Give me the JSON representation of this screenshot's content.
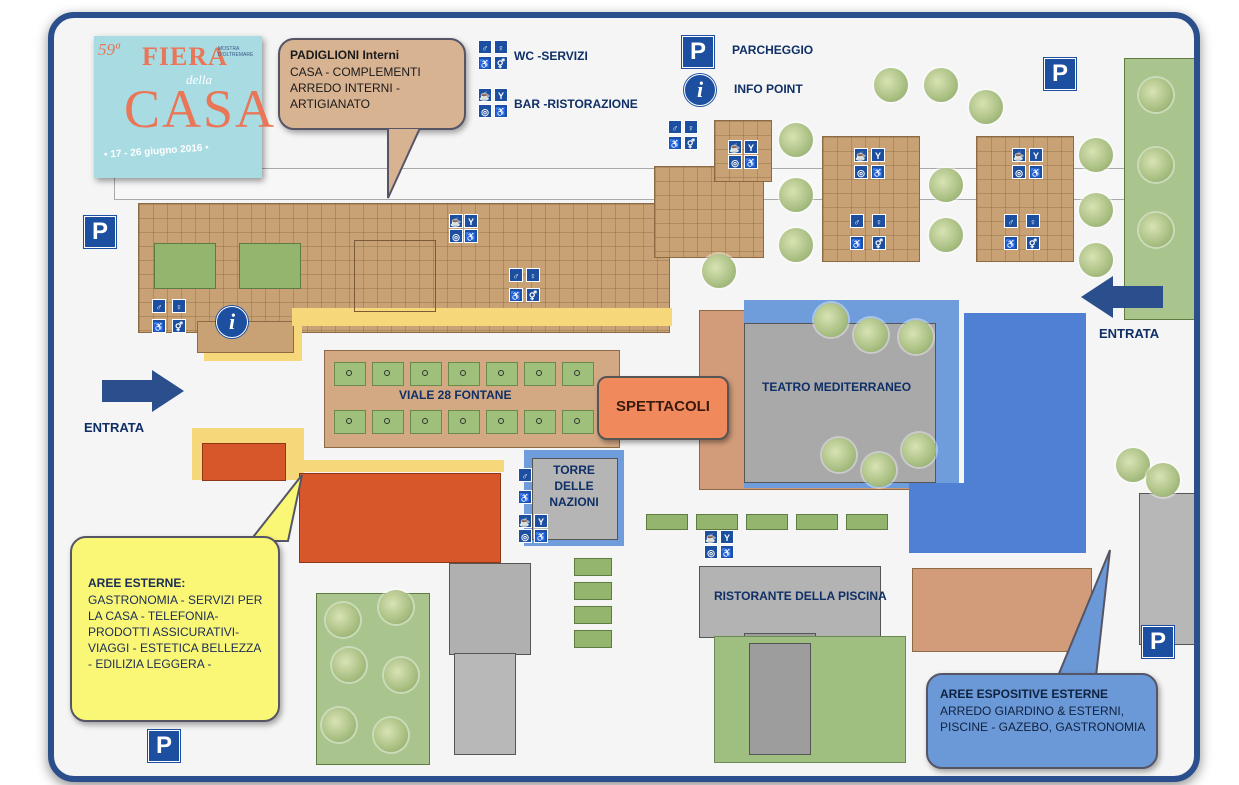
{
  "logo": {
    "edition": "59ª",
    "word1": "FIERA",
    "word2": "della",
    "word3": "CASA",
    "small": "MOSTRA D'OLTREMARE",
    "dates": "• 17 - 26 giugno 2016 •"
  },
  "legend": {
    "wc": "WC -SERVIZI",
    "bar": "BAR -RISTORAZIONE",
    "parking": "PARCHEGGIO",
    "info": "INFO POINT"
  },
  "callouts": {
    "padiglioni_title": "PADIGLIONI Interni",
    "padiglioni_body": "CASA - COMPLEMENTI ARREDO INTERNI - ARTIGIANATO",
    "esterne_title": "AREE ESTERNE:",
    "esterne_body": "GASTRONOMIA - SERVIZI PER LA CASA - TELEFONIA- PRODOTTI ASSICURATIVI- VIAGGI - ESTETICA BELLEZZA - EDILIZIA LEGGERA -",
    "espositive_title": "AREE ESPOSITIVE ESTERNE",
    "espositive_body": "ARREDO GIARDINO & ESTERNI, PISCINE - GAZEBO, GASTRONOMIA",
    "spettacoli": "SPETTACOLI"
  },
  "labels": {
    "viale": "VIALE 28 FONTANE",
    "teatro": "TEATRO MEDITERRANEO",
    "torre": "TORRE DELLE NAZIONI",
    "ristorante": "RISTORANTE DELLA PISCINA",
    "entrata_left": "ENTRATA",
    "entrata_right": "ENTRATA"
  },
  "icons": {
    "parking": "P",
    "info": "i"
  },
  "colors": {
    "frame": "#2b4f8c",
    "pavilion": "#c8a174",
    "outdoor_area": "#d7572b",
    "expo_area": "#4f80d4",
    "spettacoli": "#f08a5d",
    "esterne_callout": "#fbf776",
    "espositive_callout": "#6b98d6"
  }
}
